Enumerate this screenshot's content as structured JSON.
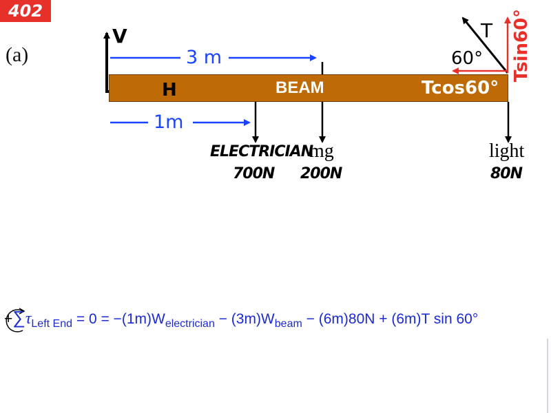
{
  "badge": "402",
  "part_label": "(a)",
  "beam": {
    "label": "BEAM",
    "horizontal_component_label": "Tcos60°"
  },
  "dimensions": {
    "beam_cg_distance": "3 m",
    "electrician_distance": "1m"
  },
  "reaction_forces": {
    "vertical": "V",
    "horizontal": "H"
  },
  "tension": {
    "label": "T",
    "angle": "60°",
    "vertical_component_label": "Tsin60°"
  },
  "loads": {
    "electrician": {
      "name": "ELECTRICIAN",
      "weight": "700N"
    },
    "beam": {
      "name": "mg",
      "weight": "200N"
    },
    "light": {
      "name": "light",
      "weight": "80N"
    }
  },
  "equation": {
    "sign": "+",
    "sum_symbol": "∑",
    "tau": "τ",
    "pivot_subscript": "Left End",
    "eq_start": " = 0 = −(1m)W",
    "sub_electrician": "electrician",
    "mid1": " − (3m)W",
    "sub_beam": "beam",
    "tail": " − (6m)80N + (6m)T sin 60°"
  },
  "colors": {
    "beam_fill": "#bd6a07",
    "badge_red": "#e8302a",
    "tension_red": "#e8302a",
    "dimension_blue": "#1a44ff",
    "equation_blue": "#1a2bd6"
  }
}
